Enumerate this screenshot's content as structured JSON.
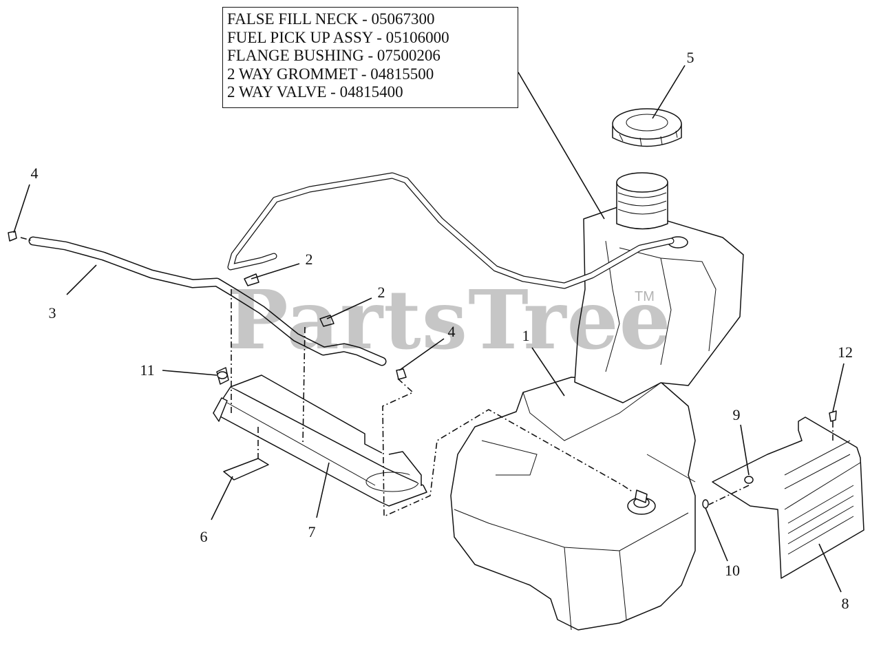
{
  "legend": {
    "lines": [
      "FALSE FILL NECK - 05067300",
      "FUEL PICK UP ASSY - 05106000",
      "FLANGE BUSHING - 07500206",
      "2 WAY GROMMET - 04815500",
      "2 WAY VALVE - 04815400"
    ]
  },
  "callouts": [
    {
      "id": "c1",
      "label": "1"
    },
    {
      "id": "c2a",
      "label": "2"
    },
    {
      "id": "c2b",
      "label": "2"
    },
    {
      "id": "c3",
      "label": "3"
    },
    {
      "id": "c4a",
      "label": "4"
    },
    {
      "id": "c4b",
      "label": "4"
    },
    {
      "id": "c5",
      "label": "5"
    },
    {
      "id": "c6",
      "label": "6"
    },
    {
      "id": "c7",
      "label": "7"
    },
    {
      "id": "c8",
      "label": "8"
    },
    {
      "id": "c9",
      "label": "9"
    },
    {
      "id": "c10",
      "label": "10"
    },
    {
      "id": "c11",
      "label": "11"
    },
    {
      "id": "c12",
      "label": "12"
    }
  ],
  "watermark": {
    "text": "PartsTree",
    "tm": "TM"
  }
}
